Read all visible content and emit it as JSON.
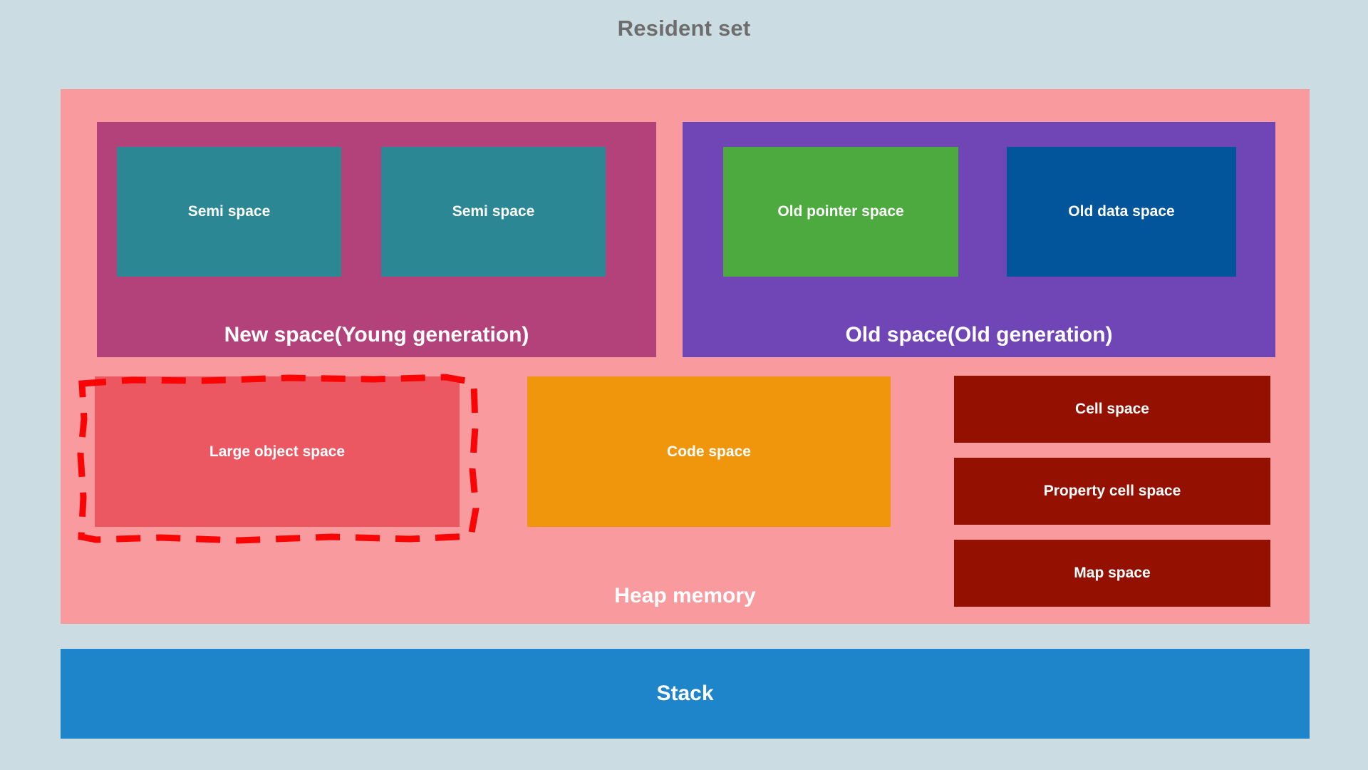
{
  "title": "Resident set",
  "colors": {
    "background": "#cbdde2",
    "title_text": "#6d6d6d",
    "heap_memory": "#f89a9e",
    "new_space": "#b24279",
    "old_space": "#7045b5",
    "semi_space": "#2b8793",
    "old_pointer_space": "#4daa3f",
    "old_data_space": "#03559b",
    "large_object_space": "#ec5862",
    "code_space": "#f0960c",
    "small_space": "#941102",
    "stack": "#1f85cb",
    "highlight": "#fa0505"
  },
  "heap": {
    "label": "Heap memory",
    "new_space": {
      "label": "New space(Young generation)",
      "semi_spaces": [
        {
          "label": "Semi space"
        },
        {
          "label": "Semi space"
        }
      ]
    },
    "old_space": {
      "label": "Old space(Old generation)",
      "old_pointer_space": "Old pointer space",
      "old_data_space": "Old data space"
    },
    "large_object_space": "Large object space",
    "code_space": "Code space",
    "small_spaces": [
      {
        "label": "Cell space"
      },
      {
        "label": "Property cell space"
      },
      {
        "label": "Map space"
      }
    ]
  },
  "stack": {
    "label": "Stack"
  },
  "annotation": {
    "name": "red-dashed-highlight",
    "target": "Large object space"
  }
}
